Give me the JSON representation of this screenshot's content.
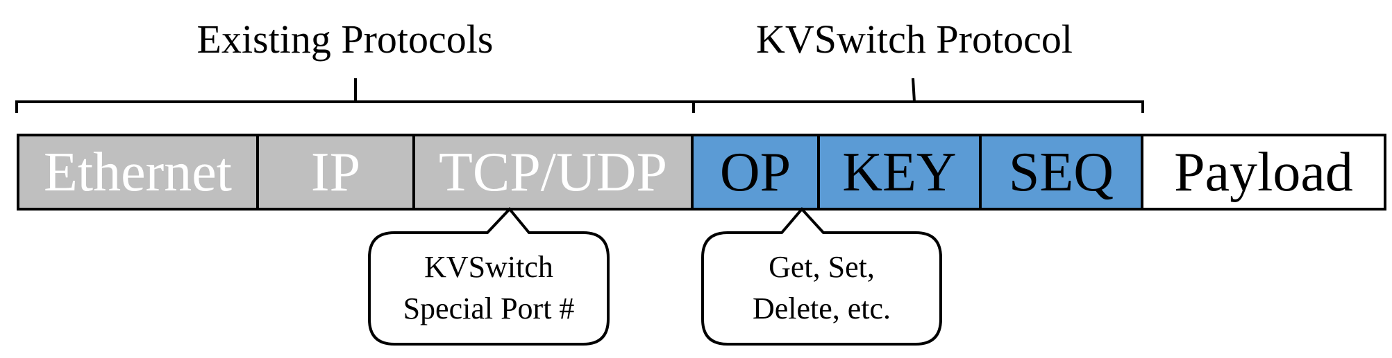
{
  "groups": {
    "existing": "Existing Protocols",
    "kvswitch": "KVSwitch Protocol"
  },
  "fields": [
    {
      "label": "Ethernet",
      "group": "existing",
      "color": "#bfbfbf"
    },
    {
      "label": "IP",
      "group": "existing",
      "color": "#bfbfbf"
    },
    {
      "label": "TCP/UDP",
      "group": "existing",
      "color": "#bfbfbf"
    },
    {
      "label": "OP",
      "group": "kvswitch",
      "color": "#5b9bd5"
    },
    {
      "label": "KEY",
      "group": "kvswitch",
      "color": "#5b9bd5"
    },
    {
      "label": "SEQ",
      "group": "kvswitch",
      "color": "#5b9bd5"
    },
    {
      "label": "Payload",
      "group": "none",
      "color": "#ffffff"
    }
  ],
  "callouts": {
    "port": {
      "line1": "KVSwitch",
      "line2": "Special Port #"
    },
    "op": {
      "line1": "Get, Set,",
      "line2": "Delete, etc."
    }
  },
  "colors": {
    "existing_fill": "#bfbfbf",
    "kvswitch_fill": "#5b9bd5",
    "outline": "#000000"
  }
}
